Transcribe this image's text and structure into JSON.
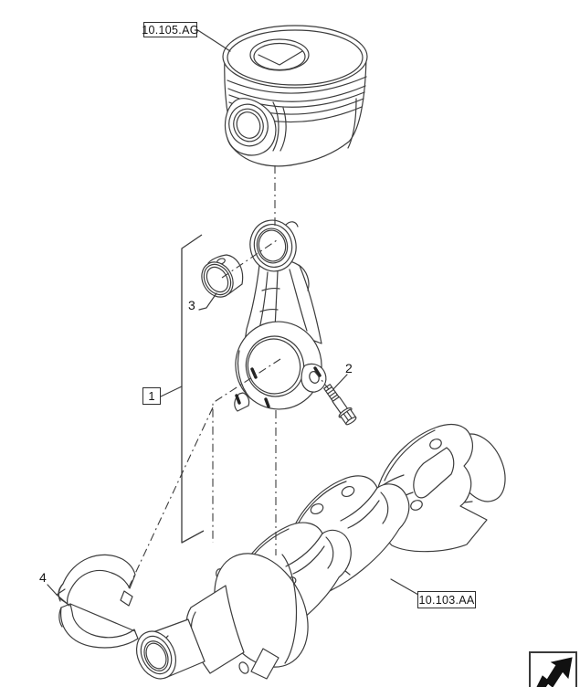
{
  "page": {
    "background": "#ffffff",
    "line_color": "#3c3c3c",
    "label_text_color": "#141414"
  },
  "labels": {
    "piston_ref": "10.105.AG",
    "crankshaft_ref": "10.103.AA",
    "callout_rod_assembly": "1",
    "callout_bolt": "2",
    "callout_bushing": "3",
    "callout_bearing_shells": "4"
  },
  "icons": {
    "page_turn_arrow": "page-turn-arrow-icon"
  }
}
